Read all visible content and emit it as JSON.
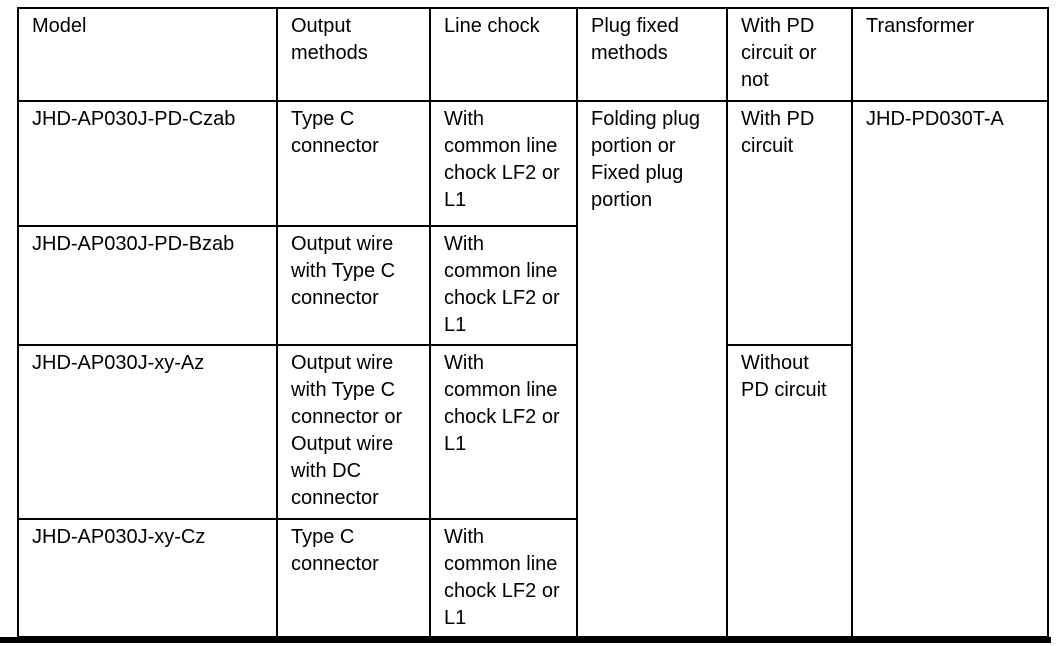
{
  "page": {
    "background": "#ffffff",
    "border_color": "#000000",
    "text_color": "#000000"
  },
  "table": {
    "headers": [
      "Model",
      "Output methods",
      "Line chock",
      "Plug fixed methods",
      "With PD circuit or not",
      "Transformer"
    ],
    "rows": [
      {
        "model": "JHD-AP030J-PD-Czab",
        "output_method": "Type C connector",
        "line_chock": "With common line chock LF2 or L1"
      },
      {
        "model": "JHD-AP030J-PD-Bzab",
        "output_method": "Output wire with Type C connector",
        "line_chock": "With common line chock LF2 or L1"
      },
      {
        "model": "JHD-AP030J-xy-Az",
        "output_method": "Output wire with Type C connector or Output wire with DC connector",
        "line_chock": "With common line chock LF2 or L1"
      },
      {
        "model": "JHD-AP030J-xy-Cz",
        "output_method": "Type C connector",
        "line_chock": "With common line chock LF2 or L1"
      }
    ],
    "plug_fixed_methods": "Folding plug portion or Fixed plug portion",
    "pd_circuit_groups": [
      {
        "label": "With PD circuit"
      },
      {
        "label": "Without PD circuit"
      }
    ],
    "transformer": "JHD-PD030T-A"
  }
}
